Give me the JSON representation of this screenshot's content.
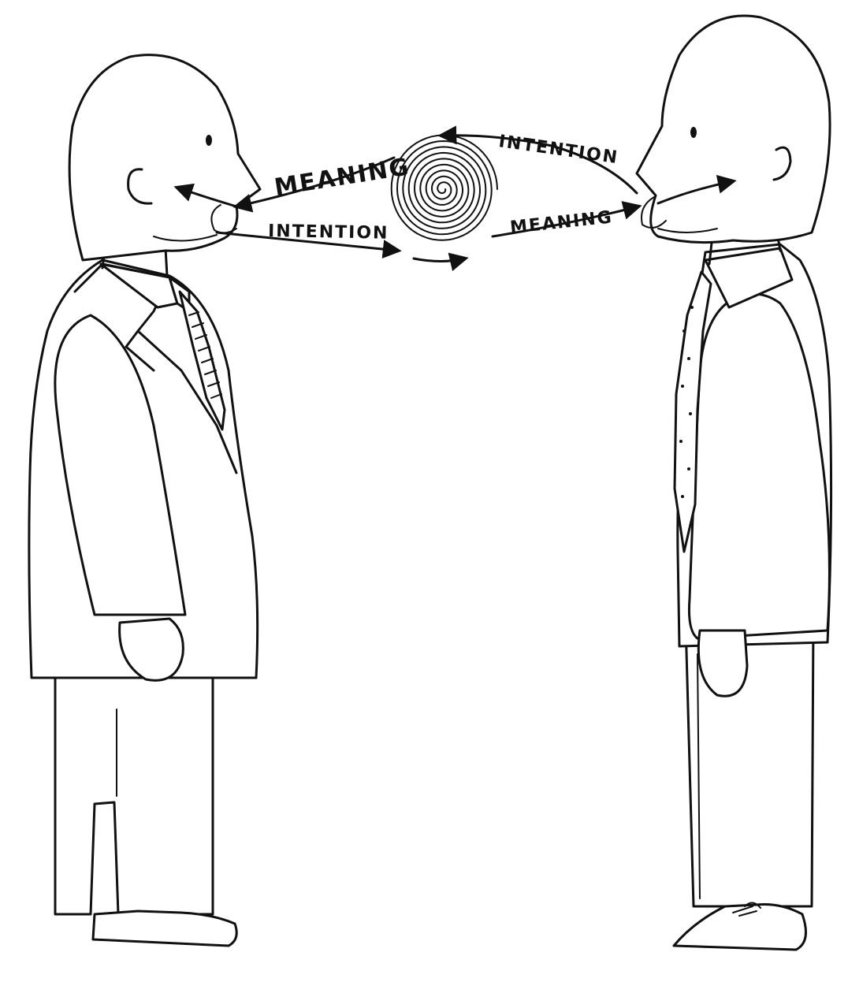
{
  "labels": {
    "left_meaning": "MEANING",
    "left_intention": "INTENTION",
    "right_intention": "INTENTION",
    "right_meaning": "MEANING"
  },
  "colors": {
    "ink": "#111111",
    "paper": "#ffffff"
  },
  "icons": {
    "center": "spiral-icon"
  }
}
